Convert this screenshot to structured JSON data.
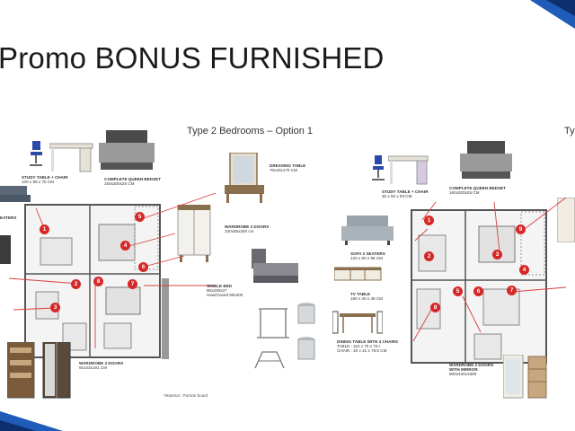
{
  "slide_title": "Promo BONUS FURNISHED",
  "left_panel": {
    "option_title": "Type 2 Bedrooms – Option 1",
    "labels": {
      "study_table": "STUDY TABLE + CHAIR",
      "study_table_size": "100 x 58 x 75 CM",
      "queen_bedset": "COMPLETE QUEEN BEDSET",
      "queen_bedset_size": "160x200x25 CM",
      "dressing_table": "DRESSING TABLE",
      "dressing_table_size": "70x40x170 CM",
      "wardrobe_2_doors_a": "WARDROBE 2 DOORS",
      "wardrobe_2_doors_a_size": "100x55x200 cm",
      "single_bed": "SINGLE BED",
      "single_bed_size": "90x200x27",
      "single_bed_headboard": "Head board 90x200",
      "wardrobe_2_doors_b": "WARDROBE 2 DOORS",
      "wardrobe_2_doors_b_size": "91x43x191 CM",
      "seaters_partial": "EATERS",
      "material_note": "*Material : Particle board"
    },
    "markers": [
      "1",
      "2",
      "3",
      "4",
      "5",
      "6",
      "7",
      "8"
    ]
  },
  "right_panel": {
    "option_title_partial": "Typ",
    "labels": {
      "study_table": "STUDY TABLE + CHAIR",
      "study_table_size": "45 x 60 x 93 CM",
      "queen_bedset": "COMPLETE QUEEN BEDSET",
      "queen_bedset_size": "160x200x25 CM",
      "sofa": "SOFA 2 SEATERS",
      "sofa_size": "120 x 80 x 88 CM",
      "tv_table": "TV TABLE",
      "tv_table_size": "180 x 40 x 49 CM",
      "dining_table": "DINING TABLE WITH 4 CHAIRS",
      "dining_table_size": "TABLE : 110 x 70 x 75 t",
      "dining_chair_size": "CHAIR : 40 x 41 x 79.5 CM",
      "wardrobe_mirror": "WARDROBE 2 DOORS",
      "wardrobe_mirror_sub": "WITH MIRROR",
      "wardrobe_mirror_size": "800x430x1809"
    },
    "markers": [
      "1",
      "2",
      "3",
      "4",
      "5",
      "6",
      "7",
      "8",
      "9"
    ]
  },
  "colors": {
    "accent_blue": "#1f5bb8",
    "marker_red": "#d62828",
    "line_red": "#d94040"
  }
}
